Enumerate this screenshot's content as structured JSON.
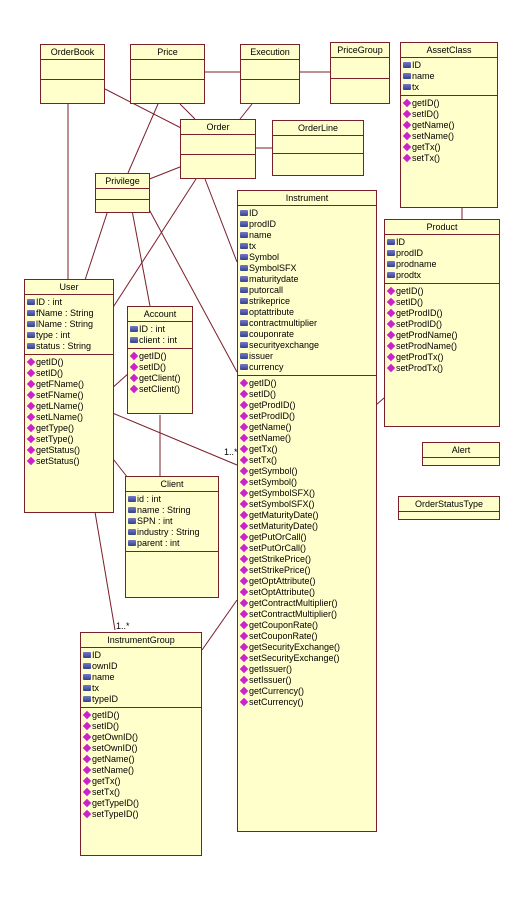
{
  "classes": {
    "orderbook": {
      "name": "OrderBook",
      "attributes": [],
      "operations": []
    },
    "price": {
      "name": "Price",
      "attributes": [],
      "operations": []
    },
    "execution": {
      "name": "Execution",
      "attributes": [],
      "operations": []
    },
    "pricegroup": {
      "name": "PriceGroup",
      "attributes": [],
      "operations": []
    },
    "assetclass": {
      "name": "AssetClass",
      "attributes": [
        "ID",
        "name",
        "tx"
      ],
      "operations": [
        "getID()",
        "setID()",
        "getName()",
        "setName()",
        "getTx()",
        "setTx()"
      ]
    },
    "order": {
      "name": "Order",
      "attributes": [],
      "operations": []
    },
    "orderline": {
      "name": "OrderLine",
      "attributes": [],
      "operations": []
    },
    "privilege": {
      "name": "Privilege",
      "attributes": [],
      "operations": []
    },
    "instrument": {
      "name": "Instrument",
      "attributes": [
        "ID",
        "prodID",
        "name",
        "tx",
        "Symbol",
        "SymbolSFX",
        "maturitydate",
        "putorcall",
        "strikeprice",
        "optattribute",
        "contractmultiplier",
        "couponrate",
        "securityexchange",
        "issuer",
        "currency"
      ],
      "operations": [
        "getID()",
        "setID()",
        "getProdID()",
        "setProdID()",
        "getName()",
        "setName()",
        "getTx()",
        "setTx()",
        "getSymbol()",
        "setSymbol()",
        "getSymbolSFX()",
        "setSymbolSFX()",
        "getMaturityDate()",
        "setMaturityDate()",
        "getPutOrCall()",
        "setPutOrCall()",
        "getStrikePrice()",
        "setStrikePrice()",
        "getOptAttribute()",
        "setOptAttribute()",
        "getContractMultiplier()",
        "setContractMultiplier()",
        "getCouponRate()",
        "setCouponRate()",
        "getSecurityExchange()",
        "setSecurityExchange()",
        "getIssuer()",
        "setIssuer()",
        "getCurrency()",
        "setCurrency()"
      ]
    },
    "product": {
      "name": "Product",
      "attributes": [
        "ID",
        "prodID",
        "prodname",
        "prodtx"
      ],
      "operations": [
        "getID()",
        "setID()",
        "getProdID()",
        "setProdID()",
        "getProdName()",
        "setProdName()",
        "getProdTx()",
        "setProdTx()"
      ]
    },
    "user": {
      "name": "User",
      "attributes": [
        "ID : int",
        "fName : String",
        "lName : String",
        "type : int",
        "status : String"
      ],
      "operations": [
        "getID()",
        "setID()",
        "getFName()",
        "setFName()",
        "getLName()",
        "setLName()",
        "getType()",
        "setType()",
        "getStatus()",
        "setStatus()"
      ]
    },
    "account": {
      "name": "Account",
      "attributes": [
        "ID : int",
        "client : int"
      ],
      "operations": [
        "getID()",
        "setID()",
        "getClient()",
        "setClient()"
      ]
    },
    "alert": {
      "name": "Alert",
      "attributes": [],
      "operations": []
    },
    "client": {
      "name": "Client",
      "attributes": [
        "id : int",
        "name : String",
        "SPN : int",
        "industry : String",
        "parent : int"
      ],
      "operations": []
    },
    "orderstatustype": {
      "name": "OrderStatusType",
      "attributes": [],
      "operations": []
    },
    "instrumentgroup": {
      "name": "InstrumentGroup",
      "attributes": [
        "ID",
        "ownID",
        "name",
        "tx",
        "typeID"
      ],
      "operations": [
        "getID()",
        "setID()",
        "getOwnID()",
        "setOwnID()",
        "getName()",
        "setName()",
        "getTx()",
        "setTx()",
        "getTypeID()",
        "setTypeID()"
      ]
    }
  },
  "multiplicities": {
    "user_instrument": "1..*",
    "user_instrumentgroup": "1..*"
  },
  "colors": {
    "fill": "#ffffcc",
    "border": "#7a1f2b",
    "attribute_icon": "#334488",
    "operation_icon": "#cc22cc"
  }
}
